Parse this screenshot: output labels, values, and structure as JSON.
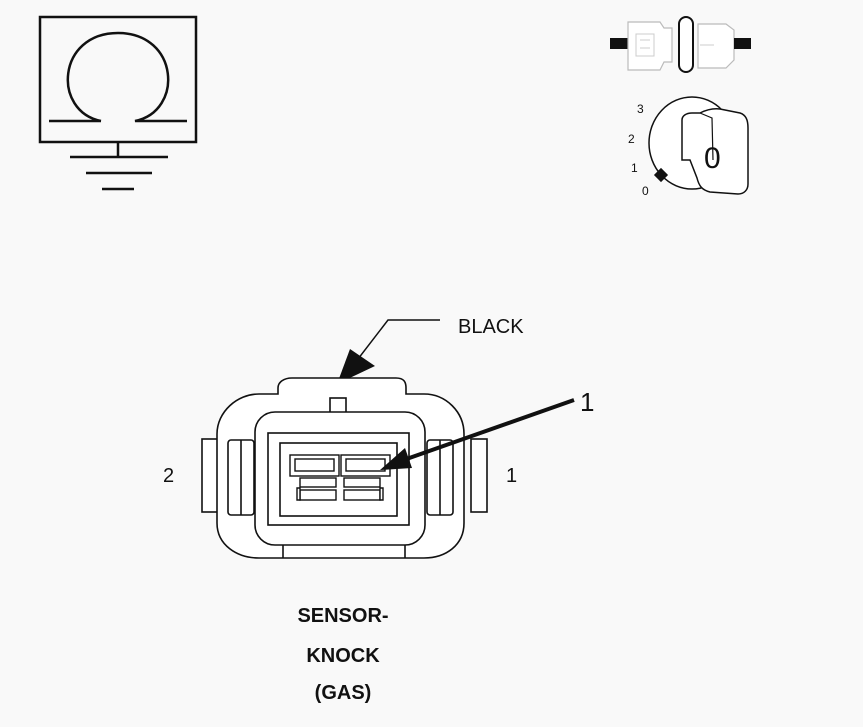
{
  "icons": {
    "ohmmeter": "ohmmeter-ground-icon",
    "connector_disconnect": "connector-disconnect-icon",
    "ignition_key": "ignition-key-icon"
  },
  "ignition": {
    "positions": [
      "3",
      "2",
      "1",
      "0"
    ],
    "key_position": "0"
  },
  "connector": {
    "color_label": "BLACK",
    "callout_number": "1",
    "pin_left": "2",
    "pin_right": "1"
  },
  "caption": {
    "line1": "SENSOR-",
    "line2": "KNOCK",
    "line3": "(GAS)"
  }
}
